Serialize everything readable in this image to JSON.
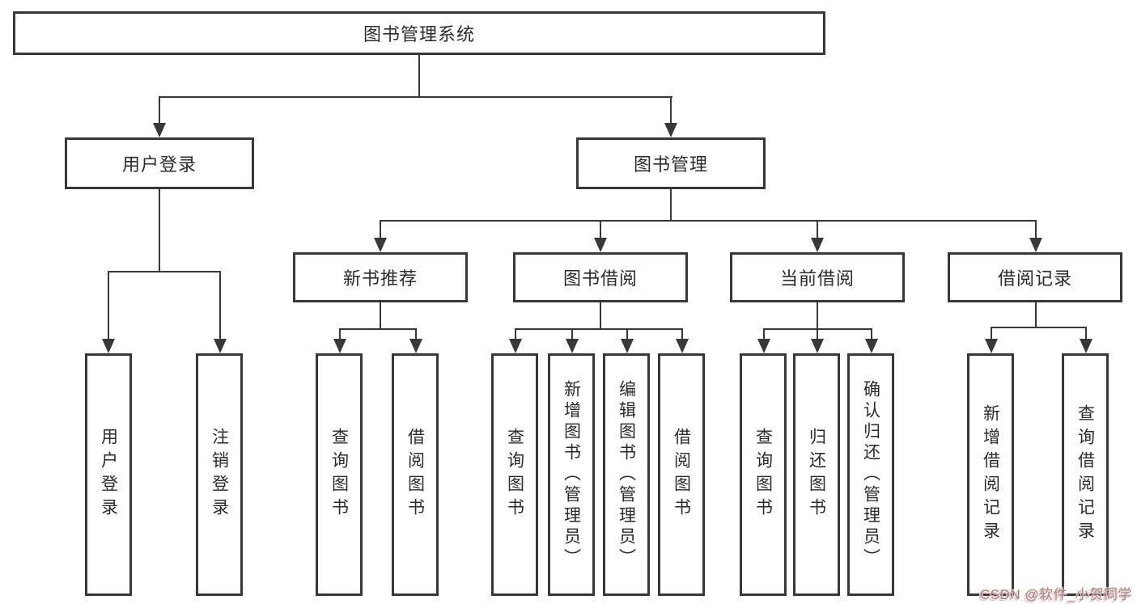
{
  "diagram": {
    "title": "图书管理系统",
    "user_login": {
      "label": "用户登录",
      "leaves": [
        "用户登录",
        "注销登录"
      ]
    },
    "book_management": {
      "label": "图书管理"
    },
    "new_book_recommend": {
      "label": "新书推荐",
      "leaves": [
        "查询图书",
        "借阅图书"
      ]
    },
    "book_borrow": {
      "label": "图书借阅",
      "leaves": [
        "查询图书",
        "新增图书（管理员）",
        "编辑图书（管理员）",
        "借阅图书"
      ]
    },
    "current_borrow": {
      "label": "当前借阅",
      "leaves": [
        "查询图书",
        "归还图书",
        "确认归还（管理员）"
      ]
    },
    "borrow_record": {
      "label": "借阅记录",
      "leaves": [
        "新增借阅记录",
        "查询借阅记录"
      ]
    },
    "colors": {
      "line": "#383838",
      "text": "#2b2b2b",
      "background": "#ffffff"
    }
  },
  "watermark": {
    "text": "CSDN @软件_小贺同学",
    "gray": "#8f8f8f",
    "pink": "#f9b8b8"
  }
}
